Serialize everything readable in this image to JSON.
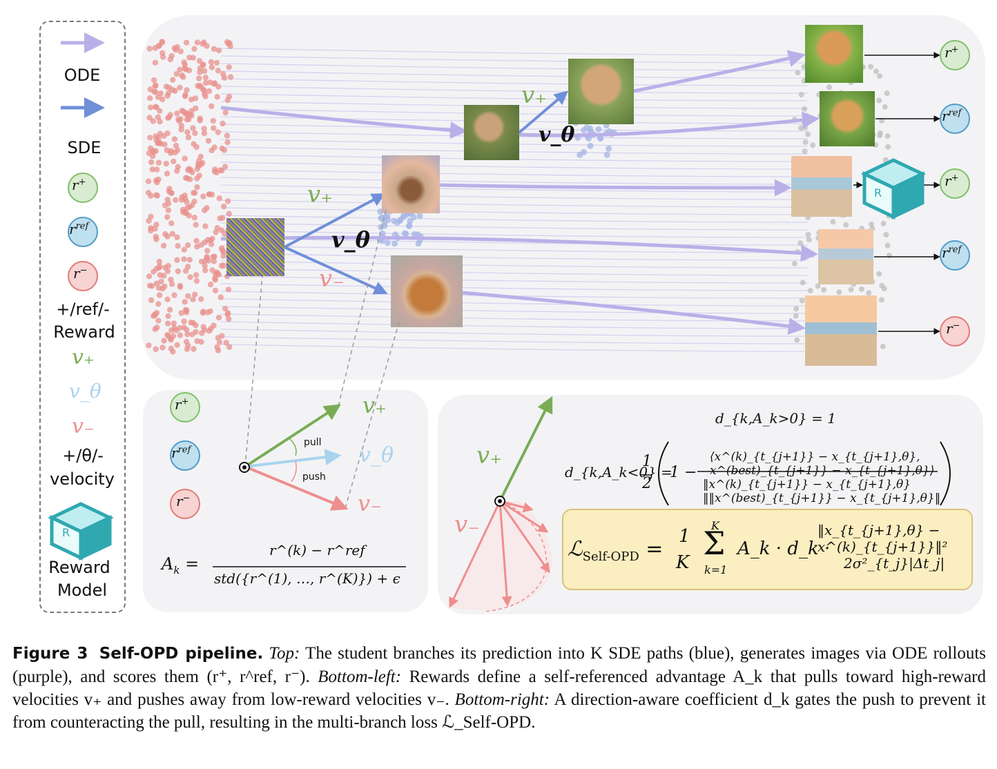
{
  "legend": {
    "ode": "ODE",
    "sde": "SDE",
    "reward_line1": "+/ref/-",
    "reward_line2": "Reward",
    "velocity_line1": "+/θ/-",
    "velocity_line2": "velocity",
    "rm_line1": "Reward",
    "rm_line2": "Model",
    "rm_letter": "R"
  },
  "reward_labels": {
    "plus": "+",
    "ref": "ref",
    "minus": "−",
    "r": "r"
  },
  "velocity_labels": {
    "plus": "v₊",
    "theta": "v_θ",
    "minus": "v₋"
  },
  "top": {
    "v_plus": "v₊",
    "v_theta": "v_θ",
    "v_minus": "v₋",
    "v_plus2": "v₊",
    "v_theta2": "v_θ"
  },
  "bottom_left": {
    "pull": "pull",
    "push": "push",
    "v_plus": "v₊",
    "v_theta": "v_θ",
    "v_minus": "v₋",
    "adv_lhs": "A",
    "adv_sub": "k",
    "adv_num": "r^(k) − r^ref",
    "adv_den": "std({r^(1), …, r^(K)}) + ϵ"
  },
  "bottom_right": {
    "v_plus": "v₊",
    "v_minus": "v₋",
    "eq1": "d_{k,A_k>0} = 1",
    "eq2_lhs": "d_{k,A_k<0} =",
    "eq2_half": "1/2",
    "eq2_num": "⟨x^(k)_{t_{j+1}} − x_{t_{j+1},θ}, x^(best)_{t_{j+1}} − x_{t_{j+1},θ}⟩",
    "eq2_den": "‖x^(k)_{t_{j+1}} − x_{t_{j+1},θ}‖‖x^(best)_{t_{j+1}} − x_{t_{j+1},θ}‖",
    "loss_lhs": "ℒ",
    "loss_sub": "Self-OPD",
    "loss_frac": "1/K",
    "loss_sum": "Σ",
    "loss_sum_top": "K",
    "loss_sum_bot": "k=1",
    "loss_body": "A_k · d_k ·",
    "loss_num": "‖x_{t_{j+1},θ} − x^(k)_{t_{j+1}}‖²",
    "loss_den": "2σ²_{t_j}|Δt_j|"
  },
  "caption": {
    "figure_label": "Figure 3",
    "figure_title": "Self-OPD pipeline.",
    "top_label": "Top:",
    "top_text": " The student branches its prediction into K SDE paths (blue), generates images via ODE rollouts (purple), and scores them (r⁺, r^ref, r⁻). ",
    "bl_label": "Bottom-left:",
    "bl_text": " Rewards define a self-referenced advantage A_k that pulls toward high-reward velocities v₊ and pushes away from low-reward velocities v₋. ",
    "br_label": "Bottom-right:",
    "br_text": " A direction-aware coefficient d_k gates the push to prevent it from counteracting the pull, resulting in the multi-branch loss ℒ_Self-OPD."
  },
  "colors": {
    "ode": "#b9b0e8",
    "sde": "#6f8fd8",
    "r_plus_fill": "#d9ecd2",
    "r_plus_stroke": "#7fbf6a",
    "r_ref_fill": "#bfe0ef",
    "r_ref_stroke": "#4f9bc7",
    "r_minus_fill": "#f7d3d1",
    "r_minus_stroke": "#e07b76",
    "v_plus": "#79ad55",
    "v_theta": "#a8d3ee",
    "v_minus": "#ee8e8e",
    "panel": "#f3f3f5",
    "loss_box": "#fbeec0",
    "cube": "#2fa8b0"
  }
}
